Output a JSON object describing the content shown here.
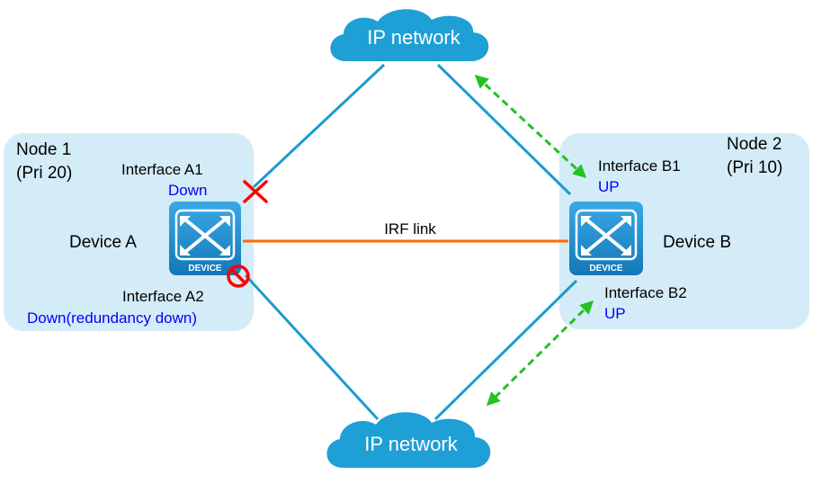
{
  "colors": {
    "node_fill": "#d4ecf7",
    "cloud_fill": "#1e9fd6",
    "link_blue": "#1b9cd1",
    "irf_link": "#ff6a00",
    "status_blue": "#0000ff",
    "fault_red": "#ff0000",
    "arrow_green": "#22c222",
    "device_fill": "#1f8fd1"
  },
  "clouds": {
    "top": {
      "label": "IP network",
      "icon": "cloud-icon"
    },
    "bottom": {
      "label": "IP network",
      "icon": "cloud-icon"
    }
  },
  "node1": {
    "title": "Node 1",
    "priority": "(Pri 20)",
    "device_label": "Device A",
    "device_badge": "DEVICE",
    "interface_a1": {
      "name": "Interface A1",
      "status": "Down",
      "marker": "x-mark-icon"
    },
    "interface_a2": {
      "name": "Interface A2",
      "status": "Down(redundancy down)",
      "marker": "prohibited-icon"
    }
  },
  "node2": {
    "title": "Node 2",
    "priority": "(Pri 10)",
    "device_label": "Device B",
    "device_badge": "DEVICE",
    "interface_b1": {
      "name": "Interface B1",
      "status": "UP"
    },
    "interface_b2": {
      "name": "Interface B2",
      "status": "UP"
    }
  },
  "irf_link": {
    "label": "IRF link"
  }
}
